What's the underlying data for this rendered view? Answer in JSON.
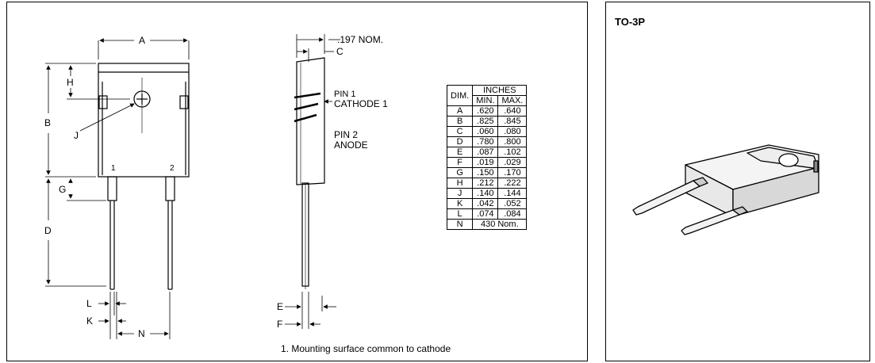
{
  "drawing": {
    "labels": {
      "A": "A",
      "B": "B",
      "C": "C",
      "D": "D",
      "E": "E",
      "F": "F",
      "G": "G",
      "H": "H",
      "J": "J",
      "K": "K",
      "L": "L",
      "N": "N"
    },
    "pin_numbers": [
      "1",
      "2"
    ],
    "side_nom": ".197 NOM.",
    "pin1_line1": "PIN 1",
    "pin1_line2": "CATHODE 1",
    "pin2_line1": "PIN 2",
    "pin2_line2": "ANODE",
    "note": "1. Mounting surface common to cathode"
  },
  "table": {
    "header_dim": "DIM.",
    "header_group": "INCHES",
    "header_min": "MIN.",
    "header_max": "MAX.",
    "rows": [
      {
        "dim": "A",
        "min": ".620",
        "max": ".640"
      },
      {
        "dim": "B",
        "min": ".825",
        "max": ".845"
      },
      {
        "dim": "C",
        "min": ".060",
        "max": ".080"
      },
      {
        "dim": "D",
        "min": ".780",
        "max": ".800"
      },
      {
        "dim": "E",
        "min": ".087",
        "max": ".102"
      },
      {
        "dim": "F",
        "min": ".019",
        "max": ".029"
      },
      {
        "dim": "G",
        "min": ".150",
        "max": ".170"
      },
      {
        "dim": "H",
        "min": ".212",
        "max": ".222"
      },
      {
        "dim": "J",
        "min": ".140",
        "max": ".144"
      },
      {
        "dim": "K",
        "min": ".042",
        "max": ".052"
      },
      {
        "dim": "L",
        "min": ".074",
        "max": ".084"
      }
    ],
    "last_row": {
      "dim": "N",
      "value": "430 Nom."
    }
  },
  "package": {
    "title": "TO-3P"
  }
}
